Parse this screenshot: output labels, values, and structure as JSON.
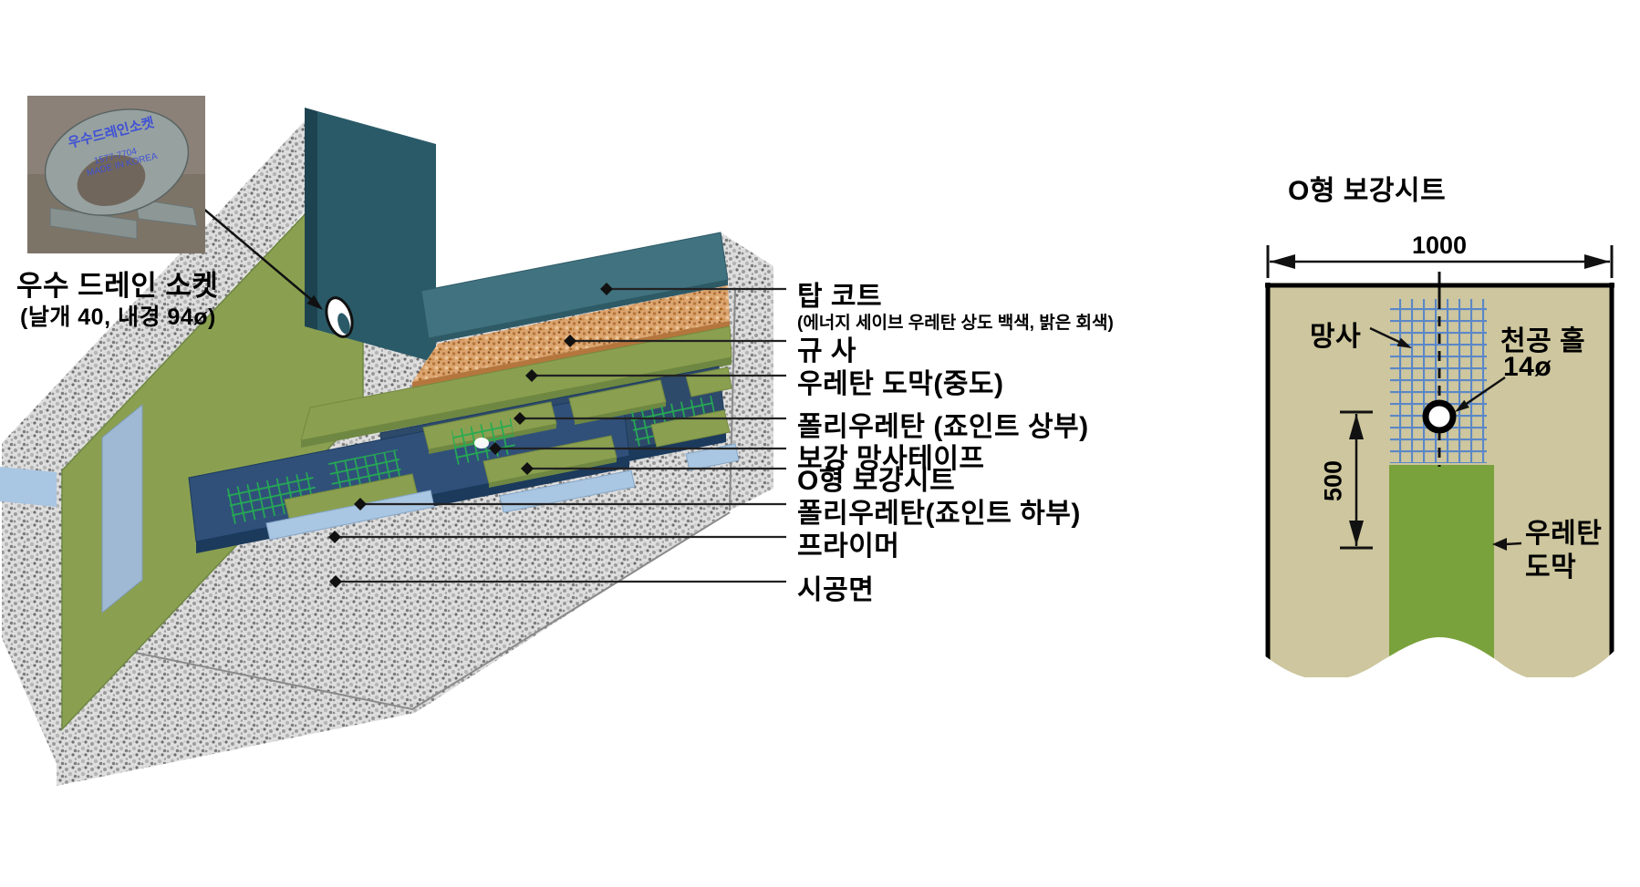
{
  "colors": {
    "top_coat_teal": "#40737f",
    "drain_panel_teal": "#2a5a68",
    "o_sheet_navy": "#2e4a6b",
    "urethane_green": "#8aa050",
    "silica_sand_orange": "#d9a06b",
    "primer_blue": "#a9c6e2",
    "mesh_tape_green": "#25ab52",
    "detail_panel_tan": "#cdc69e",
    "detail_coating_green": "#7aa23c",
    "detail_mesh_blue": "#5b87c7",
    "photo_text_blue": "#3f51d6"
  },
  "socket": {
    "photo_line1": "우수드레인소켓",
    "photo_line2": "1577-7704",
    "photo_line3": "MADE IN KOREA",
    "caption": "우수 드레인 소켓",
    "caption_sub": "(날개 40, 내경 94ø)"
  },
  "labels": [
    {
      "text": "탑 코트",
      "sub": "(에너지 세이브 우레탄 상도 백색, 밝은 회색)"
    },
    {
      "text": "규  사"
    },
    {
      "text": "우레탄 도막(중도)"
    },
    {
      "text": "폴리우레탄 (죠인트 상부)"
    },
    {
      "text": "보강 망사테이프"
    },
    {
      "text": "O형 보강시트"
    },
    {
      "text": "폴리우레탄(죠인트 하부)"
    },
    {
      "text": "프라이머"
    },
    {
      "text": "시공면"
    }
  ],
  "detail": {
    "title": "O형 보강시트",
    "width_dim": "1000",
    "height_dim": "500",
    "mesh": "망사",
    "hole_line1": "천공 홀",
    "hole_line2": "14ø",
    "coat_line1": "우레탄",
    "coat_line2": "도막"
  }
}
